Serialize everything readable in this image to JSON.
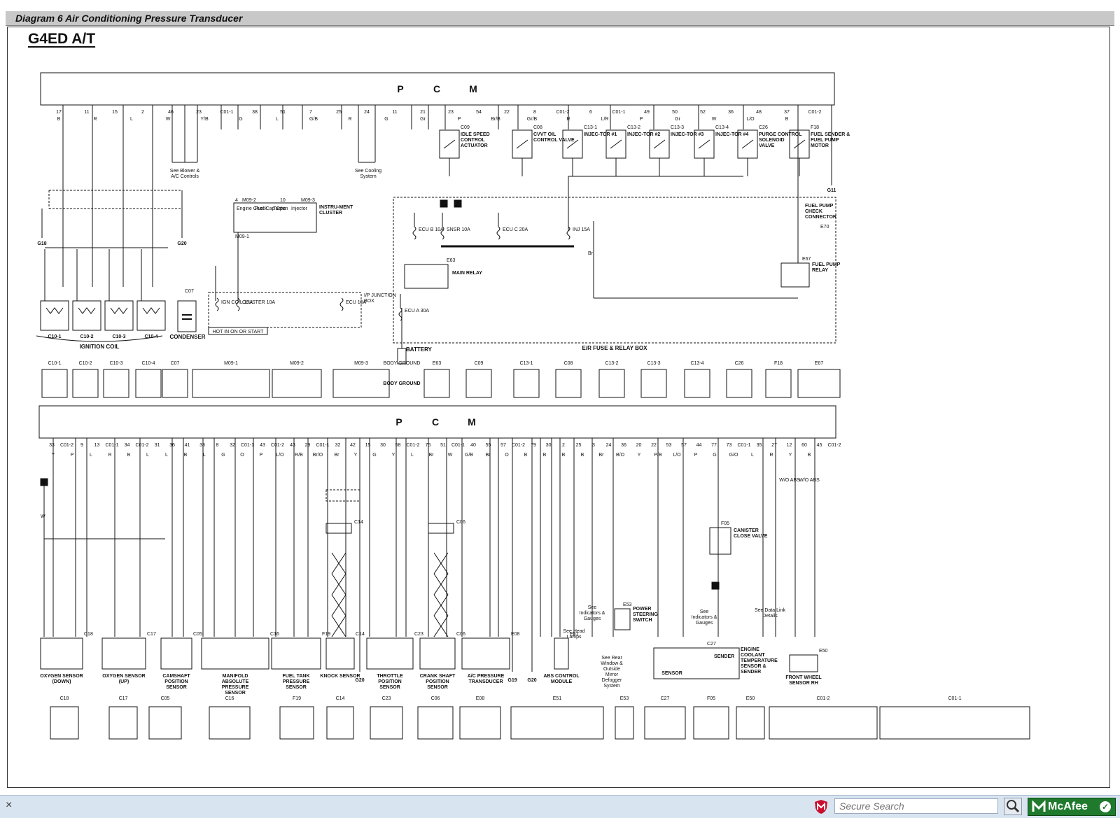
{
  "title": "Diagram 6 Air Conditioning Pressure Transducer",
  "model": "G4ED A/T",
  "pcm_letters": [
    "P",
    "C",
    "M"
  ],
  "top": {
    "pins": [
      "17",
      "11",
      "15",
      "2",
      "46",
      "23",
      "C01-1",
      "38",
      "51",
      "7",
      "25",
      "24",
      "11",
      "21",
      "23",
      "54",
      "22",
      "8",
      "C01-2",
      "6",
      "C01-1",
      "49",
      "50",
      "52",
      "36",
      "48",
      "37",
      "C01-2"
    ],
    "wire_colors": [
      "B",
      "R",
      "L",
      "W",
      "Y/B",
      "G",
      "L",
      "G/B",
      "R",
      "G",
      "Gr",
      "P",
      "Br/B",
      "Gr/B",
      "R",
      "L/R",
      "P",
      "Gr",
      "W",
      "L/O",
      "B"
    ],
    "actuators": [
      {
        "id": "C09",
        "label": "IDLE SPEED CONTROL ACTUATOR"
      },
      {
        "id": "C08",
        "label": "CVVT OIL CONTROL VALVE"
      },
      {
        "id": "C13-1",
        "label": "INJEC-TOR #1"
      },
      {
        "id": "C13-2",
        "label": "INJEC-TOR #2"
      },
      {
        "id": "C13-3",
        "label": "INJEC-TOR #3"
      },
      {
        "id": "C13-4",
        "label": "INJEC-TOR #4"
      },
      {
        "id": "C26",
        "label": "PURGE CONTROL SOLENOID VALVE"
      },
      {
        "id": "F18",
        "label": "FUEL SENDER & FUEL PUMP MOTOR"
      }
    ],
    "notes": [
      "See Blower & A/C Controls",
      "See Cooling System"
    ],
    "grounds": [
      "G18",
      "G20",
      "G11"
    ],
    "cluster": {
      "connector": "M09-2",
      "connector2": "M09-3",
      "connector3": "M09-1",
      "items": [
        "Engine Check",
        "Fuel Cap Open",
        "Tacho",
        "Injector"
      ],
      "label": "INSTRU-MENT CLUSTER"
    },
    "fuses": [
      {
        "name": "IGN COIL",
        "amp": "15A"
      },
      {
        "name": "CLUSTER",
        "amp": "10A"
      },
      {
        "name": "ECU",
        "amp": "10A"
      },
      {
        "name": "ECU B",
        "amp": "10A"
      },
      {
        "name": "SNSR",
        "amp": "10A"
      },
      {
        "name": "ECU C",
        "amp": "20A"
      },
      {
        "name": "INJ",
        "amp": "15A"
      },
      {
        "name": "ECU A",
        "amp": "30A"
      }
    ],
    "jbox_label": "I/P JUNCTION BOX",
    "hot_label": "HOT IN ON OR START",
    "ignition_coils": [
      "C10-1",
      "C10-2",
      "C10-3",
      "C10-4"
    ],
    "ignition_label": "IGNITION COIL",
    "condenser": {
      "id": "C07",
      "label": "CONDENSER"
    },
    "main_relay": {
      "id": "E63",
      "label": "MAIN RELAY"
    },
    "battery_label": "BATTERY",
    "er_box_label": "E/R FUSE & RELAY BOX",
    "fuel_pump_check": {
      "label": "FUEL PUMP CHECK CONNECTOR",
      "id": "E70"
    },
    "fuel_pump_relay": {
      "label": "FUEL PUMP RELAY",
      "id": "E67"
    },
    "refs": [
      "1",
      "2"
    ],
    "wire_br": "Br"
  },
  "top_connectors": [
    "C10-1",
    "C10-2",
    "C10-3",
    "C10-4",
    "C07",
    "M09-1",
    "M09-2",
    "M09-3",
    "BODY GROUND",
    "E63",
    "C09",
    "C13-1",
    "C08",
    "C13-2",
    "C13-3",
    "C13-4",
    "C26",
    "F18",
    "E67"
  ],
  "bottom": {
    "pins": [
      "33",
      "C01-2",
      "9",
      "13",
      "C01-1",
      "34",
      "C01-2",
      "31",
      "36",
      "41",
      "38",
      "8",
      "32",
      "C01-1",
      "43",
      "C01-2",
      "43",
      "29",
      "C01-1",
      "32",
      "42",
      "15",
      "30",
      "58",
      "C01-2",
      "75",
      "51",
      "C01-1",
      "40",
      "55",
      "57",
      "C01-2",
      "79",
      "30",
      "2",
      "25",
      "3",
      "24",
      "36",
      "20",
      "22",
      "53",
      "57",
      "44",
      "77",
      "73",
      "C01-1",
      "35",
      "27",
      "12",
      "60",
      "45",
      "C01-2"
    ],
    "wire_colors": [
      "Y",
      "P",
      "L",
      "R",
      "B",
      "L",
      "L",
      "B",
      "L",
      "G",
      "O",
      "P",
      "L/O",
      "R/B",
      "Br/O",
      "Br",
      "Y",
      "G",
      "Y",
      "L",
      "Br",
      "W",
      "G/B",
      "Br",
      "O",
      "B",
      "B",
      "B",
      "B",
      "Br",
      "B/O",
      "Y",
      "P/B",
      "L/O",
      "P",
      "G",
      "G/O",
      "L",
      "R",
      "Y",
      "B"
    ],
    "sensors": [
      {
        "id": "C18",
        "label": "OXYGEN SENSOR (DOWN)"
      },
      {
        "id": "C17",
        "label": "OXYGEN SENSOR (UP)"
      },
      {
        "id": "C05",
        "label": "CAMSHAFT POSITION SENSOR"
      },
      {
        "id": "C16",
        "label": "MANIFOLD ABSOLUTE PRESSURE SENSOR"
      },
      {
        "id": "F19",
        "label": "FUEL TANK PRESSURE SENSOR"
      },
      {
        "id": "C14",
        "label": "KNOCK SENSOR"
      },
      {
        "id": "C23",
        "label": "THROTTLE POSITION SENSOR"
      },
      {
        "id": "C06",
        "label": "CRANK SHAFT POSITION SENSOR"
      },
      {
        "id": "E08",
        "label": "A/C PRESSURE TRANSDUCER"
      },
      {
        "id": "E51",
        "label": "ABS CONTROL MODULE"
      }
    ],
    "grounds": [
      "G20",
      "G19",
      "G20"
    ],
    "notes": [
      "See Head Lamps",
      "See Indicators & Gauges",
      "See Rear Window & Outside Mirror Defogger System",
      "See Indicators & Gauges",
      "See Data Link Details"
    ],
    "power_steering": {
      "id": "E53",
      "label": "POWER STEERING SWITCH"
    },
    "canister": {
      "id": "F05",
      "label": "CANISTER CLOSE VALVE"
    },
    "coolant": {
      "id": "C27",
      "label": "ENGINE COOLANT TEMPERATURE SENSOR & SENDER",
      "sender": "SENDER",
      "sensor": "SENSOR"
    },
    "wheel": {
      "id": "E50",
      "label": "FRONT WHEEL SENSOR RH",
      "wo_abs": "W/O ABS"
    },
    "refs": [
      "1",
      "2"
    ]
  },
  "bottom_connectors": [
    "C18",
    "C17",
    "C05",
    "C16",
    "F19",
    "C14",
    "C23",
    "C06",
    "E08",
    "E51",
    "E53",
    "C27",
    "F05",
    "E50",
    "C01-2",
    "C01-1"
  ],
  "statusbar": {
    "close": "×",
    "search_placeholder": "Secure Search",
    "brand": "McAfee",
    "colors": {
      "bar": "#d9e4f1",
      "brand": "#1f7a2d"
    }
  }
}
